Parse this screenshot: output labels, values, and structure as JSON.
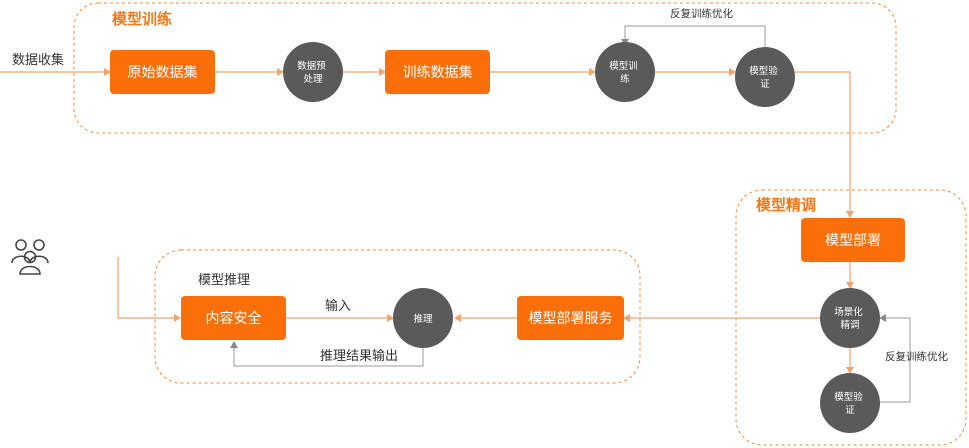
{
  "groups": {
    "training": "模型训练",
    "finetune": "模型精调",
    "inference": "模型推理"
  },
  "nodes": {
    "raw_dataset": "原始数据集",
    "preprocess": [
      "数据预",
      "处理"
    ],
    "train_dataset": "训练数据集",
    "model_train": [
      "模型训",
      "练"
    ],
    "model_validate_top": [
      "模型验",
      "证"
    ],
    "model_deploy": "模型部署",
    "scenario_finetune": [
      "场景化",
      "精调"
    ],
    "model_validate_bottom": [
      "模型验",
      "证"
    ],
    "deploy_service": "模型部署服务",
    "inference_step": "推理",
    "content_safety": "内容安全"
  },
  "labels": {
    "data_collection": "数据收集",
    "feedback_top": "反复训练优化",
    "feedback_right": "反复训练优化",
    "input": "输入",
    "inference_output": "推理结果输出"
  },
  "icons": {
    "users": "users-icon"
  },
  "colors": {
    "accent": "#fa6f0a",
    "title": "#f07a1a",
    "node_dark": "#5a5a5a",
    "flow": "#f3a26a"
  }
}
